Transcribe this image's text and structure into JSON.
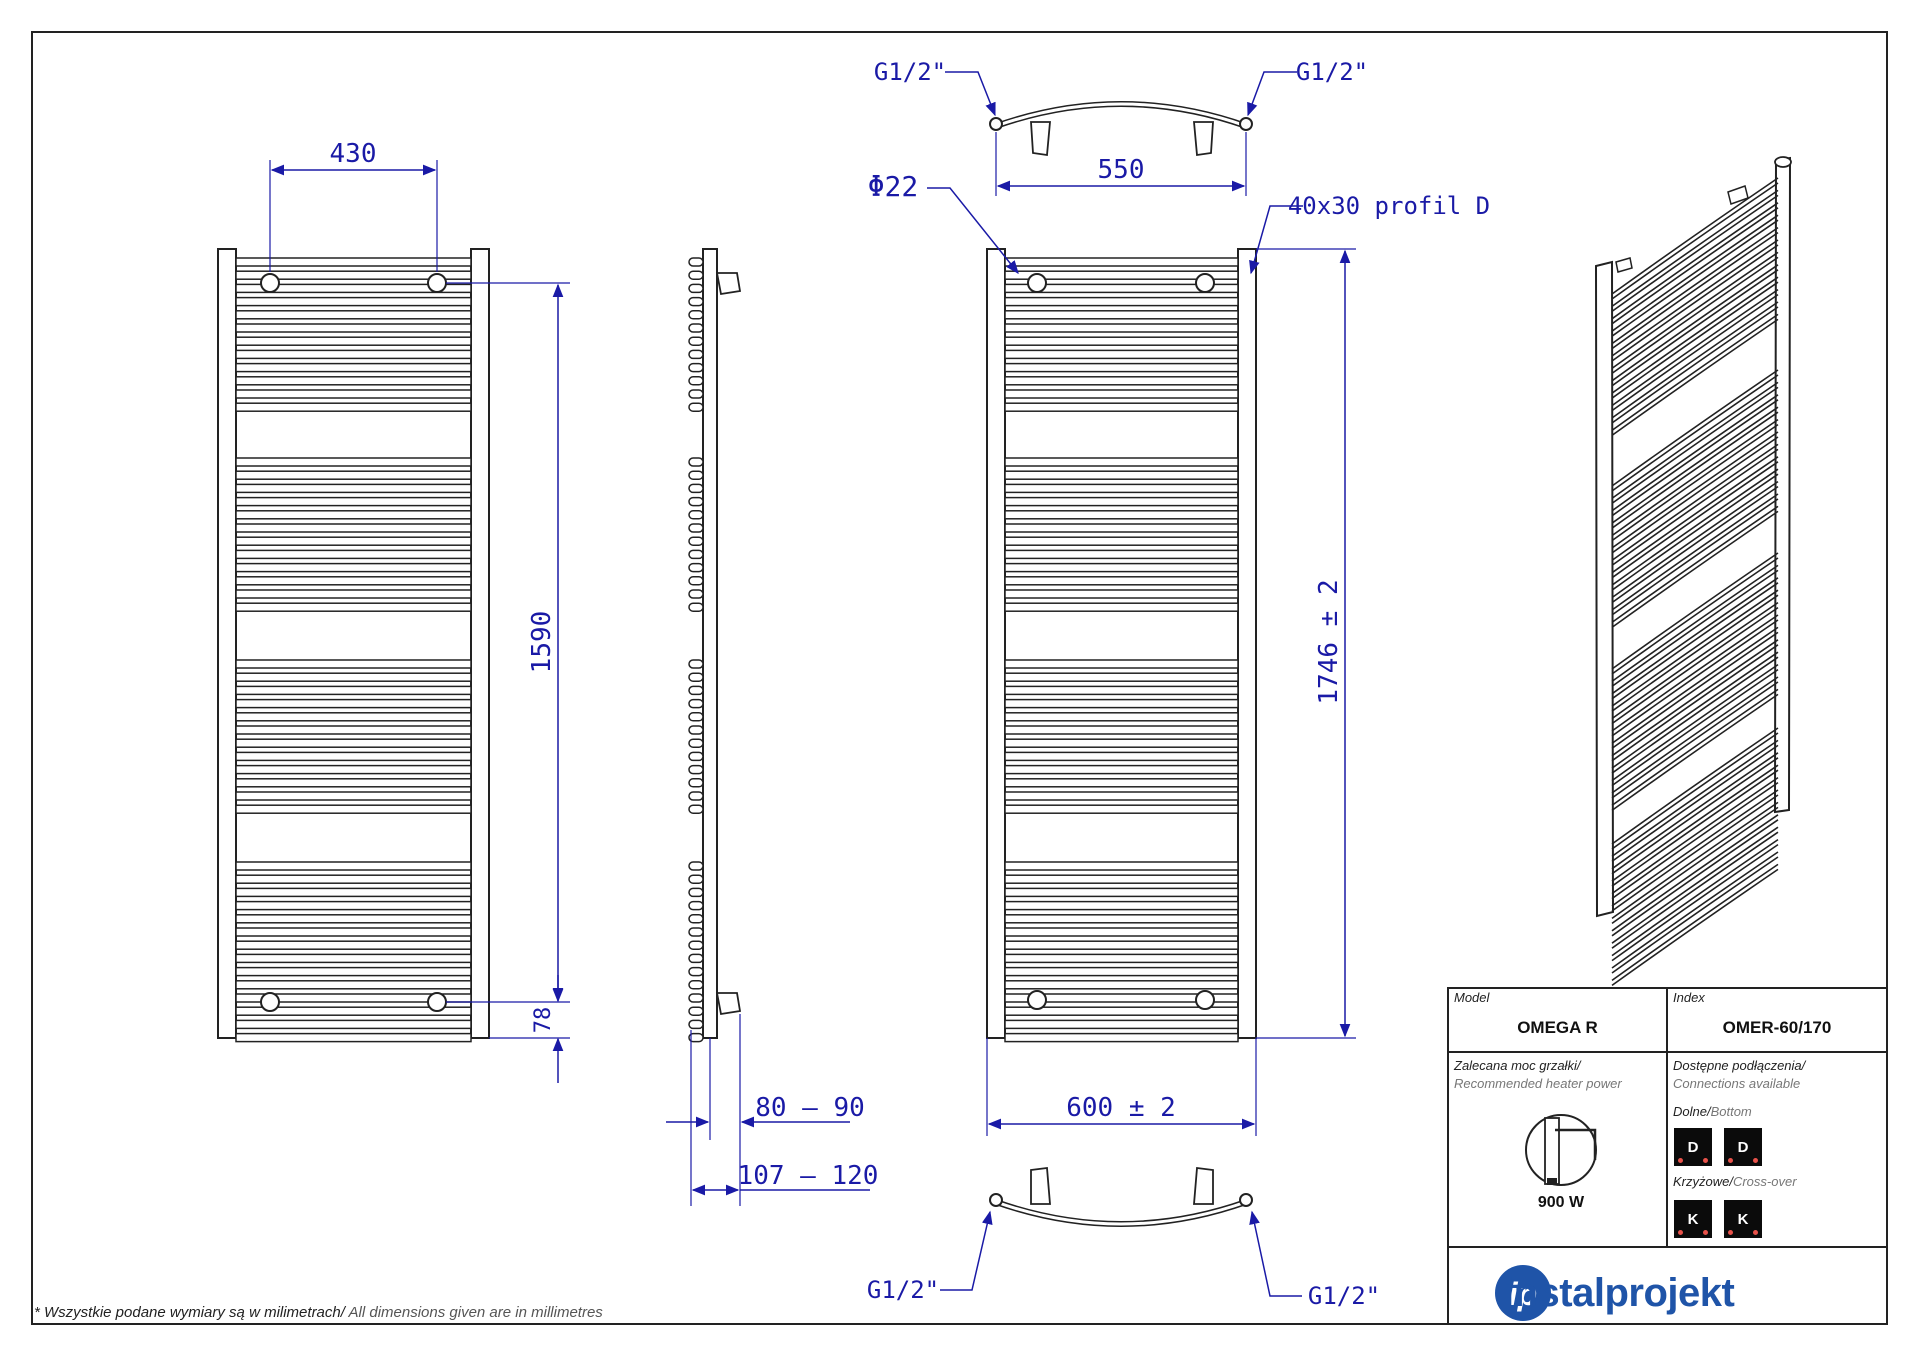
{
  "drawing": {
    "front_view": {
      "dim_width": "430",
      "dim_height": "1590",
      "dim_bottom": "78"
    },
    "side_view": {
      "dim_depth_1": "80 – 90",
      "dim_depth_2": "107 – 120"
    },
    "main_view": {
      "pipe_diameter": "Φ22",
      "profile": "40x30 profil D",
      "dim_spacing": "550",
      "dim_width": "600 ± 2",
      "dim_height": "1746 ± 2",
      "thread_top_left": "G1/2\"",
      "thread_top_right": "G1/2\"",
      "thread_bottom_left": "G1/2\"",
      "thread_bottom_right": "G1/2\""
    },
    "line_color": "#1a1aa6"
  },
  "title_block": {
    "model_label": "Model",
    "model_value": "OMEGA R",
    "index_label": "Index",
    "index_value": "OMER-60/170",
    "power_label_pl": "Zalecana moc grzałki/",
    "power_label_en": "Recommended heater power",
    "power_value": "900 W",
    "connections_label_pl": "Dostępne podłączenia/",
    "connections_label_en": "Connections available",
    "bottom_label_pl": "Dolne/",
    "bottom_label_en": "Bottom",
    "bottom_badges": [
      "D",
      "D"
    ],
    "cross_label_pl": "Krzyżowe/",
    "cross_label_en": "Cross-over",
    "cross_badges": [
      "K",
      "K"
    ]
  },
  "footnote": {
    "pl": "* Wszystkie podane wymiary są w milimetrach/",
    "en": " All dimensions given are in millimetres"
  },
  "brand": {
    "name": "instalprojekt",
    "mark": "ip",
    "color": "#1f54a8"
  }
}
